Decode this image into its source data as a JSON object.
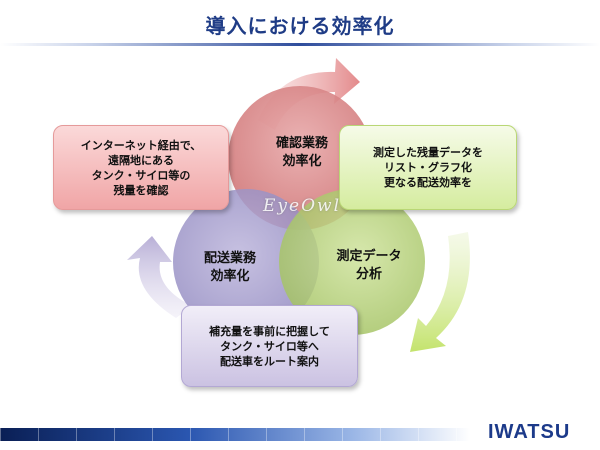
{
  "title": "導入における効率化",
  "circles": {
    "top": "確認業務\n効率化",
    "left": "配送業務\n効率化",
    "right": "測定データ\n分析"
  },
  "boxes": {
    "red": "インターネット経由で、\n遠隔地にある\nタンク・サイロ等の\n残量を確認",
    "green": "測定した残量データを\nリスト・グラフ化\n更なる配送効率を",
    "purple": "補充量を事前に把握して\nタンク・サイロ等へ\n配送車をルート案内"
  },
  "colors": {
    "title": "#1f3c86",
    "circle_top": "#d98586",
    "circle_left": "#9e95c7",
    "circle_right": "#a9c76b",
    "logo": "#1c3a8a"
  },
  "logo": "IWATSU"
}
